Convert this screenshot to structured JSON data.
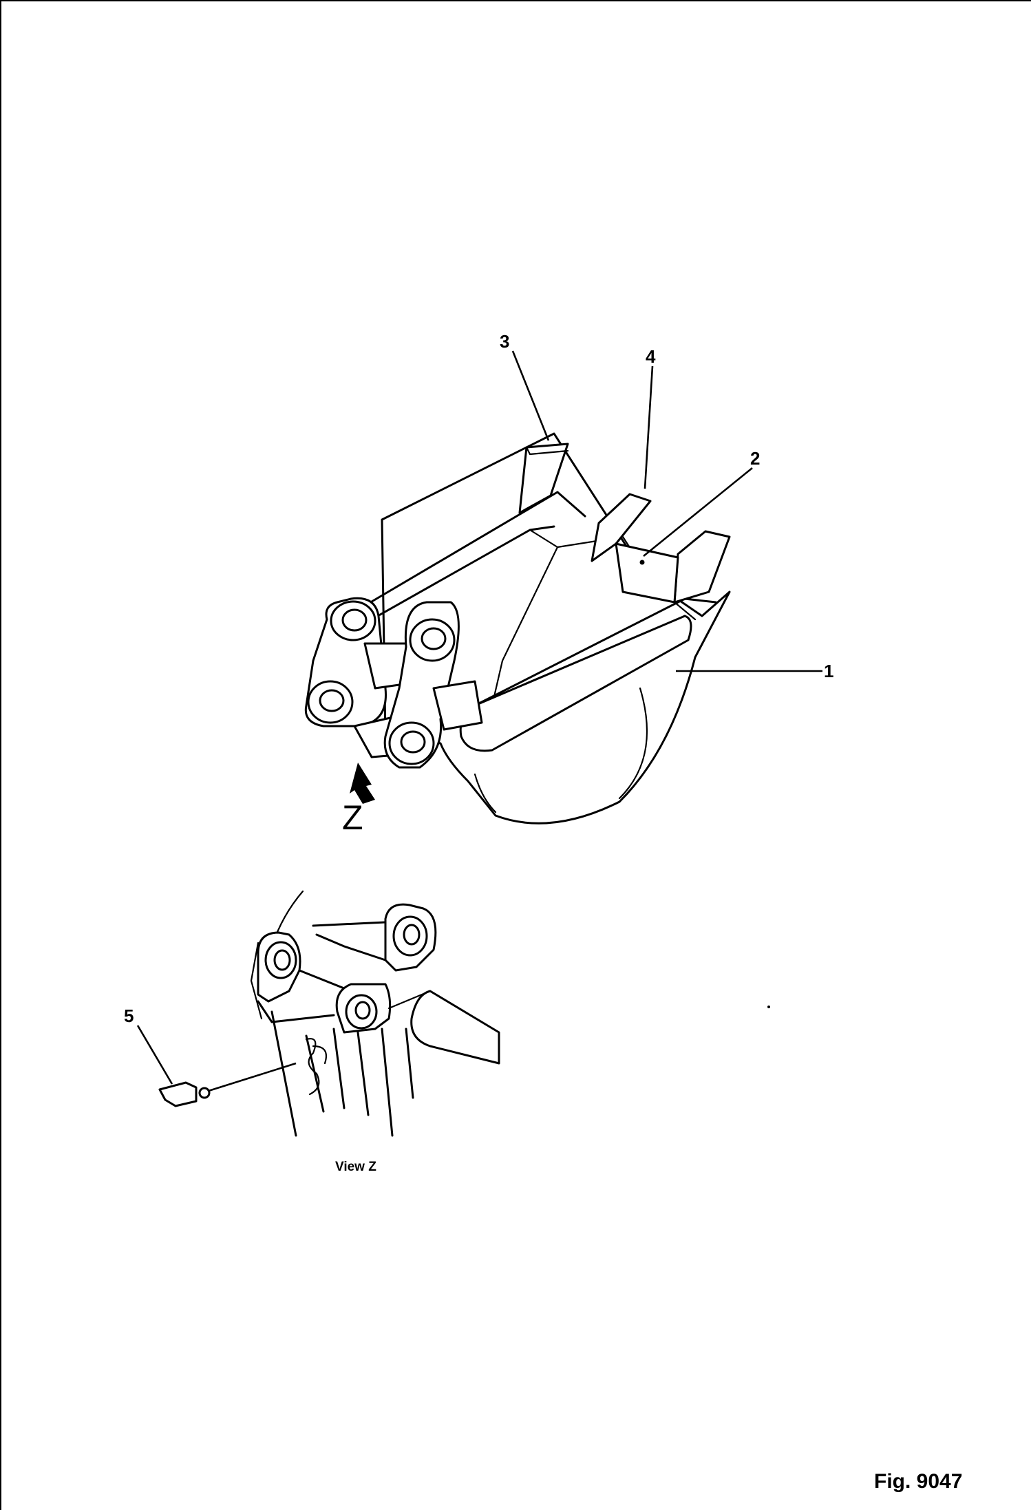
{
  "callouts": {
    "c1": "1",
    "c2": "2",
    "c3": "3",
    "c4": "4",
    "c5": "5"
  },
  "view_marker": "Z",
  "view_caption": "View  Z",
  "figure_label": "Fig. 9047"
}
